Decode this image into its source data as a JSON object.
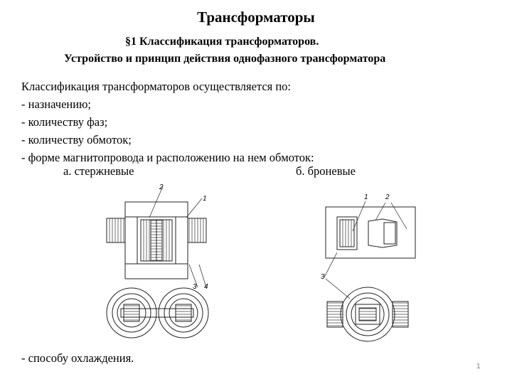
{
  "title": "Трансформаторы",
  "subtitle_1": "§1 Классификация трансформаторов.",
  "subtitle_2": "Устройство и принцип действия однофазного трансформатора",
  "intro": "Классификация трансформаторов осуществляется по:",
  "items": [
    "- назначению;",
    "- количеству фаз;",
    "- количеству обмоток;",
    "- форме магнитопровода и расположению на нем обмоток:"
  ],
  "captions": {
    "a": "а. стержневые",
    "b": "б. броневые"
  },
  "figure_a_labels": {
    "l1": "1",
    "l2": "2",
    "l3": "3",
    "l4": "4"
  },
  "figure_b_labels": {
    "l1": "1",
    "l2": "2",
    "l3": "3"
  },
  "footer_item": "- способу охлаждения.",
  "page_number": "1"
}
